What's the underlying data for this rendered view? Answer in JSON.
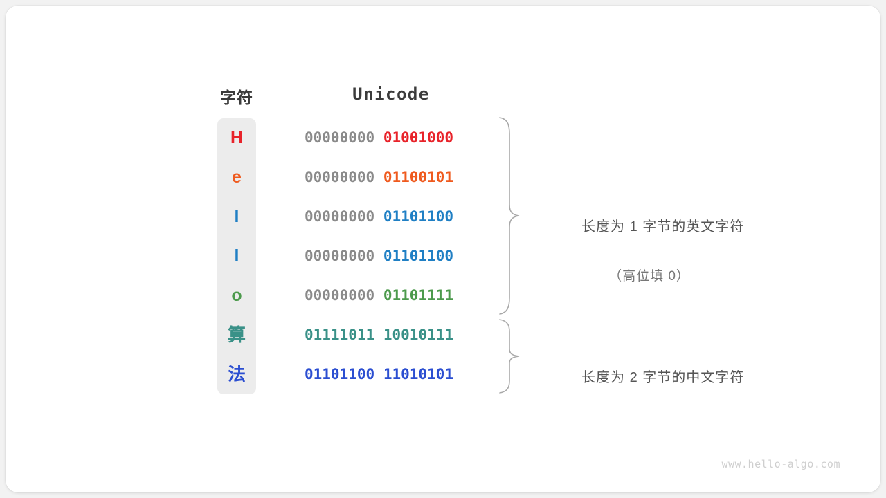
{
  "figure": {
    "watermark": "www.hello-algo.com",
    "background_color": "#f2f2f2",
    "card_color": "#ffffff"
  },
  "headers": {
    "char": "字符",
    "unicode": "Unicode"
  },
  "rows": [
    {
      "char": "H",
      "color": "#e8232a",
      "high_byte": "00000000",
      "low_byte": "01001000",
      "high_gray": true
    },
    {
      "char": "e",
      "color": "#ef5a1e",
      "high_byte": "00000000",
      "low_byte": "01100101",
      "high_gray": true
    },
    {
      "char": "l",
      "color": "#1f7fc4",
      "high_byte": "00000000",
      "low_byte": "01101100",
      "high_gray": true
    },
    {
      "char": "l",
      "color": "#1f7fc4",
      "high_byte": "00000000",
      "low_byte": "01101100",
      "high_gray": true
    },
    {
      "char": "o",
      "color": "#4c9a4c",
      "high_byte": "00000000",
      "low_byte": "01101111",
      "high_gray": true
    },
    {
      "char": "算",
      "color": "#3a9188",
      "high_byte": "01111011",
      "low_byte": "10010111",
      "high_gray": false
    },
    {
      "char": "法",
      "color": "#2b4ed1",
      "high_byte": "01101100",
      "low_byte": "11010101",
      "high_gray": false
    }
  ],
  "annotations": [
    {
      "line1": "长度为 1 字节的英文字符",
      "line2": "（高位填 0）",
      "spans_rows": [
        1,
        5
      ]
    },
    {
      "line1": "长度为 2 字节的中文字符",
      "line2": "",
      "spans_rows": [
        6,
        7
      ]
    }
  ],
  "colors": {
    "gray_high_byte": "#8a8a8a",
    "char_column_bg": "#ececec",
    "brace": "#a8a8a8",
    "note_text": "#555555",
    "watermark": "#cfcfcf"
  }
}
